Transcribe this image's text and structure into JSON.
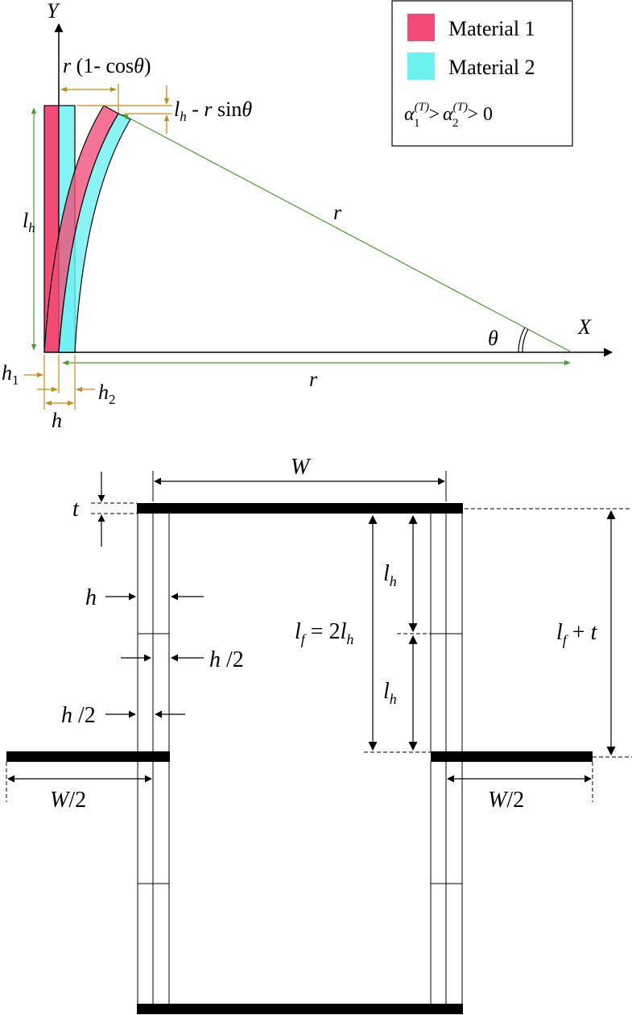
{
  "legend": {
    "material1": "Material 1",
    "material2": "Material 2",
    "inequality": {
      "a1": "α",
      "a1_sup": "(T)",
      "a1_sub": "1",
      "gt1": ">",
      "a2": "α",
      "a2_sup": "(T)",
      "a2_sub": "2",
      "gt2": "> 0"
    }
  },
  "colors": {
    "material1": "#f24c76",
    "material2": "#6df1f1",
    "dimension": "#c28a18",
    "radius": "#4c9a2a",
    "ink": "#000000"
  },
  "top": {
    "axis_y": "Y",
    "axis_x": "X",
    "theta": "θ",
    "dim_rcos": {
      "r": "r",
      "open": " (1- cos",
      "theta": "θ",
      "close": ")"
    },
    "dim_lhrsin": {
      "l": "l",
      "h": "h",
      "mid": " - ",
      "r": "r",
      "sin": " sin",
      "theta": "θ"
    },
    "lh": {
      "l": "l",
      "h": "h"
    },
    "r_diag": "r",
    "r_horiz": "r",
    "h1": {
      "h": "h",
      "sub": "1"
    },
    "h2": {
      "h": "h",
      "sub": "2"
    },
    "h": "h"
  },
  "bottom": {
    "W": "W",
    "t": "t",
    "h": "h",
    "h_half_1": {
      "h": "h",
      "rest": " /2"
    },
    "h_half_2": {
      "h": "h",
      "rest": " /2"
    },
    "lh_upper": {
      "l": "l",
      "h": "h"
    },
    "lh_lower": {
      "l": "l",
      "h": "h"
    },
    "lf": {
      "l": "l",
      "f": "f",
      "eq": " = 2",
      "l2": "l",
      "h": "h"
    },
    "lft": {
      "l": "l",
      "f": "f",
      "rest": " + ",
      "t": "t"
    },
    "W2_left": {
      "W": "W",
      "rest": "/2"
    },
    "W2_right": {
      "W": "W",
      "rest": "/2"
    }
  }
}
